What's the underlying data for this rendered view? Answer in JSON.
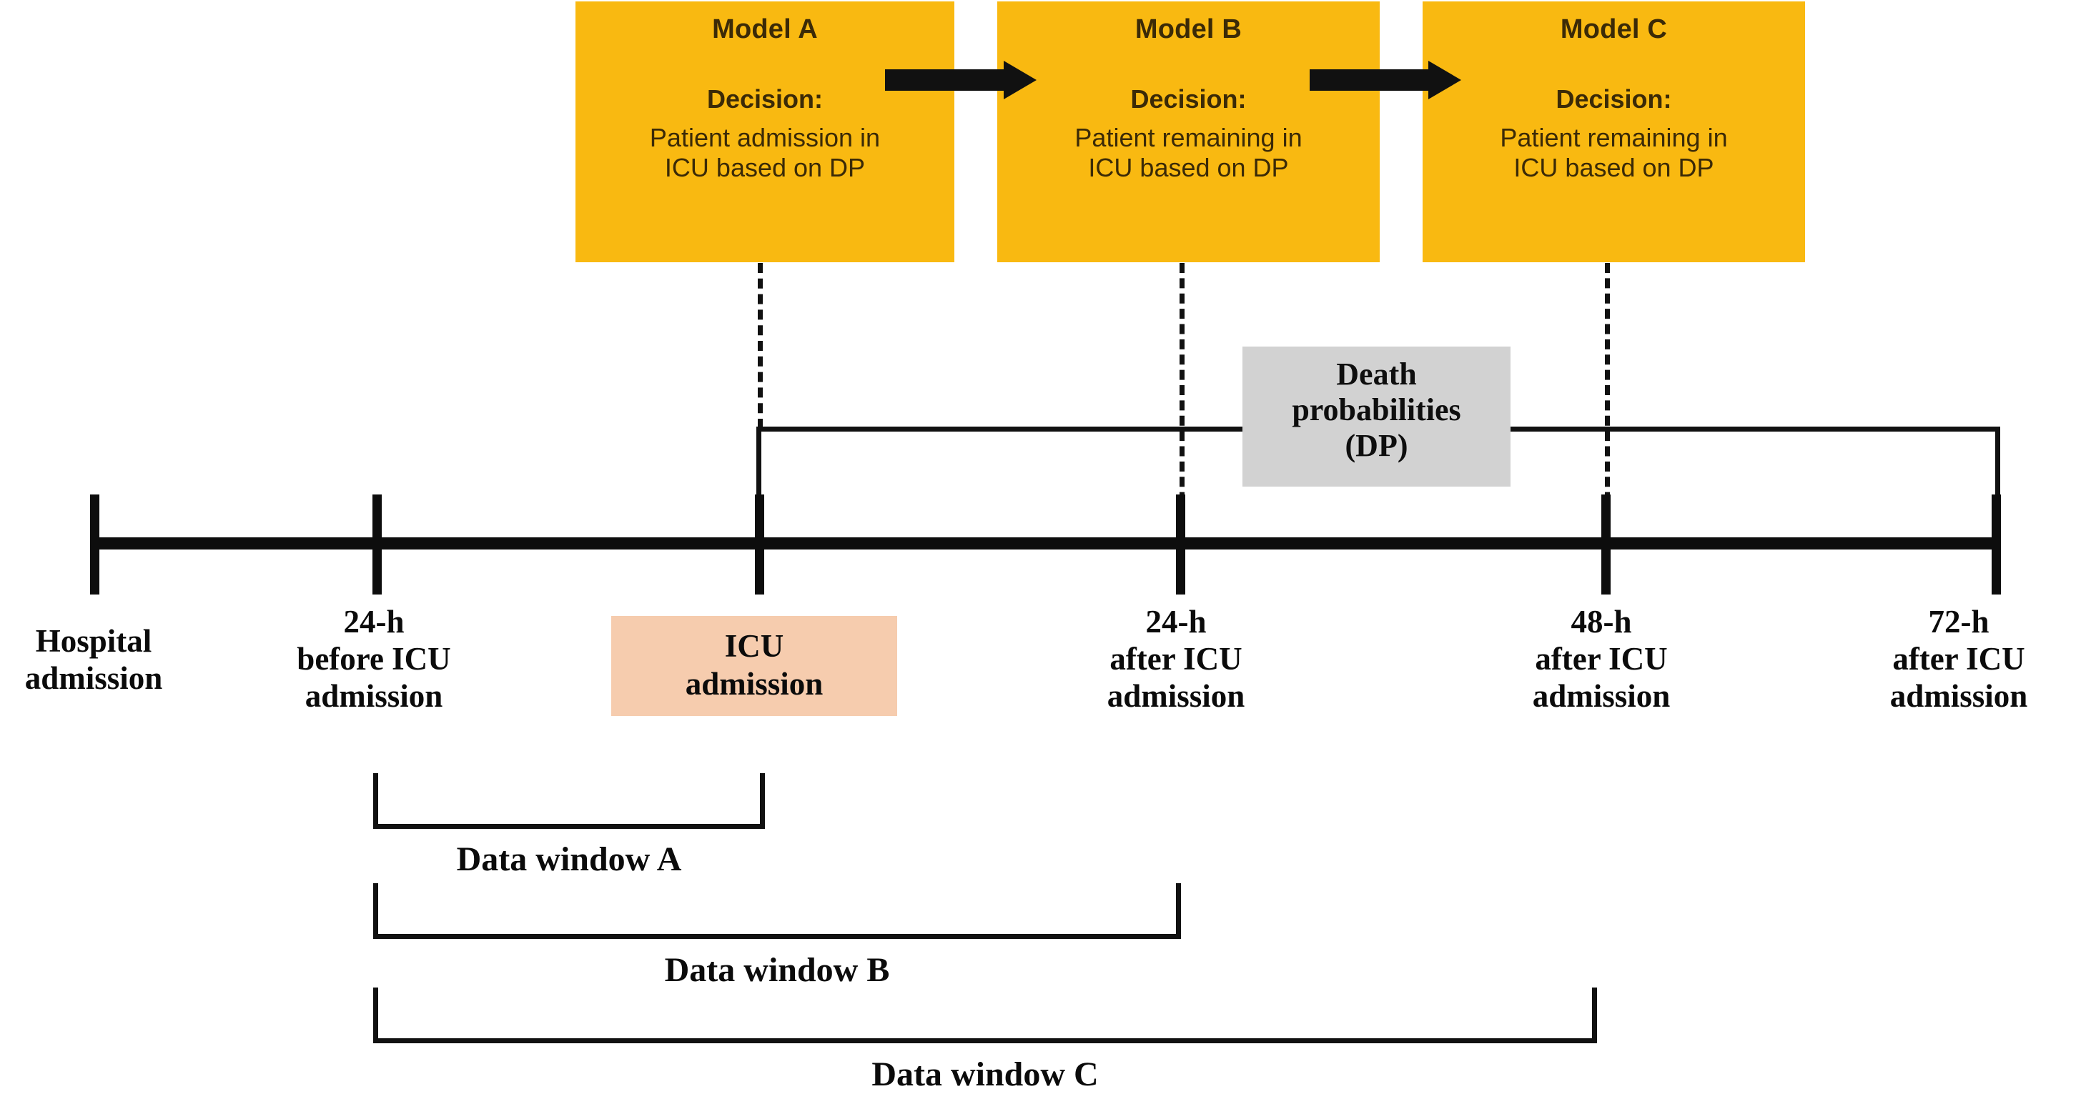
{
  "figure": {
    "type": "timeline-flow-diagram",
    "colors": {
      "model_box": "#F9B911",
      "icu_box": "#F6CCAE",
      "dp_box": "#D2D2D2",
      "line": "#0D0D0D",
      "background": "#FFFFFF"
    }
  },
  "models": [
    {
      "title": "Model A",
      "decision_label": "Decision:",
      "decision_line1": "Patient admission in",
      "decision_line2": "ICU based on DP"
    },
    {
      "title": "Model B",
      "decision_label": "Decision:",
      "decision_line1": "Patient remaining in",
      "decision_line2": "ICU based on DP"
    },
    {
      "title": "Model C",
      "decision_label": "Decision:",
      "decision_line1": "Patient remaining in",
      "decision_line2": "ICU based on DP"
    }
  ],
  "dp_box": {
    "line1": "Death",
    "line2": "probabilities",
    "line3": "(DP)"
  },
  "icu_box": {
    "line1": "ICU",
    "line2": "admission"
  },
  "timeline": {
    "points": [
      {
        "line1": "Hospital",
        "line2": "admission",
        "line3": ""
      },
      {
        "line1": "24-h",
        "line2": "before ICU",
        "line3": "admission"
      },
      {
        "line1": "",
        "line2": "",
        "line3": ""
      },
      {
        "line1": "24-h",
        "line2": "after ICU",
        "line3": "admission"
      },
      {
        "line1": "48-h",
        "line2": "after ICU",
        "line3": "admission"
      },
      {
        "line1": "72-h",
        "line2": "after ICU",
        "line3": "admission"
      }
    ]
  },
  "data_windows": [
    {
      "label": "Data window A"
    },
    {
      "label": "Data window B"
    },
    {
      "label": "Data window C"
    }
  ]
}
